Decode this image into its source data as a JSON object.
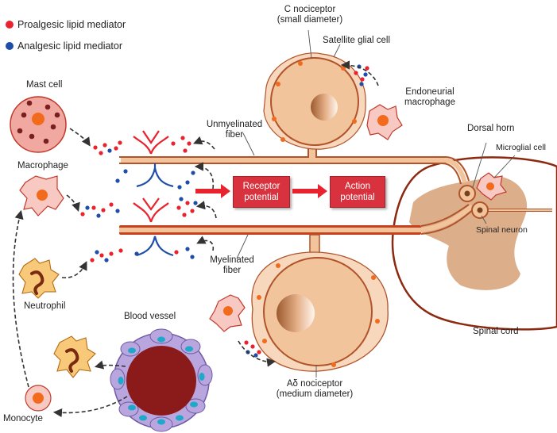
{
  "legend": {
    "proalgesic": {
      "label": "Proalgesic lipid mediator",
      "color": "#e8232e"
    },
    "analgesic": {
      "label": "Analgesic lipid mediator",
      "color": "#1f4ea8"
    }
  },
  "labels": {
    "c_nociceptor_line1": "C nociceptor",
    "c_nociceptor_line2": "(small diameter)",
    "satellite_glial_cell": "Satellite glial cell",
    "endoneurial_line1": "Endoneurial",
    "endoneurial_line2": "macrophage",
    "mast_cell": "Mast cell",
    "unmyelinated_line1": "Unmyelinated",
    "unmyelinated_line2": "fiber",
    "dorsal_horn": "Dorsal horn",
    "microglial_cell": "Microglial cell",
    "macrophage": "Macrophage",
    "spinal_neuron": "Spinal neuron",
    "myelinated_line1": "Myelinated",
    "myelinated_line2": "fiber",
    "neutrophil": "Neutrophil",
    "blood_vessel": "Blood vessel",
    "spinal_cord": "Spinal cord",
    "adelta_line1": "Aδ nociceptor",
    "adelta_line2": "(medium diameter)",
    "monocyte": "Monocyte"
  },
  "boxes": {
    "receptor_line1": "Receptor",
    "receptor_line2": "potential",
    "action_line1": "Action",
    "action_line2": "potential"
  },
  "colors": {
    "neuron_fill": "#f2c49b",
    "neuron_stroke": "#b0532a",
    "myelin": "#c7411f",
    "spinal_tissue": "#dcae89",
    "box_red": "#d8323e",
    "vessel_outer": "#b9a6de",
    "vessel_inner": "#8b1a1a",
    "nucleus_orange": "#f26b1d",
    "immune_cell_fill": "#f7c9c2"
  }
}
